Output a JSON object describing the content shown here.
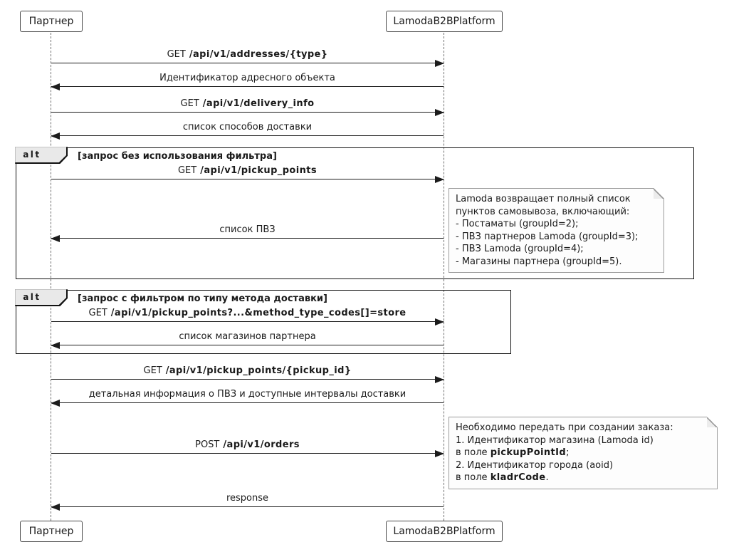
{
  "participants": {
    "left": "Партнер",
    "right": "LamodaB2BPlatform"
  },
  "messages": [
    {
      "prefix": "GET",
      "path": "/api/v1/addresses/{type}"
    },
    {
      "label": "Идентификатор адресного объекта"
    },
    {
      "prefix": "GET",
      "path": "/api/v1/delivery_info"
    },
    {
      "label": "список способов доставки"
    },
    {
      "prefix": "GET",
      "path": "/api/v1/pickup_points"
    },
    {
      "label": "список ПВЗ"
    },
    {
      "prefix": "GET",
      "path": "/api/v1/pickup_points?...&method_type_codes[]=store"
    },
    {
      "label": "список магазинов партнера"
    },
    {
      "prefix": "GET",
      "path": "/api/v1/pickup_points/{pickup_id}"
    },
    {
      "label": "детальная информация о ПВЗ и доступные интервалы доставки"
    },
    {
      "prefix": "POST",
      "path": "/api/v1/orders"
    },
    {
      "label": "response"
    }
  ],
  "frames": [
    {
      "operator": "alt",
      "guard": "[запрос без использования фильтра]"
    },
    {
      "operator": "alt",
      "guard": "[запрос с фильтром по типу метода доставки]"
    }
  ],
  "notes": [
    {
      "lines": [
        "Lamoda возвращает полный список",
        "пунктов самовывоза, включающий:",
        "- Постаматы (groupId=2);",
        "- ПВЗ партнеров Lamoda (groupId=3);",
        "- ПВЗ Lamoda (groupId=4);",
        "- Магазины партнера (groupId=5)."
      ]
    },
    {
      "line1": "Необходимо передать при создании заказа:",
      "line2": "1. Идентификатор магазина (Lamoda id)",
      "line3_pre": "в поле ",
      "line3_bold": "pickupPointId",
      "line3_post": ";",
      "line4": "2. Идентификатор города (aoid)",
      "line5_pre": "в поле ",
      "line5_bold": "kladrCode",
      "line5_post": "."
    }
  ]
}
